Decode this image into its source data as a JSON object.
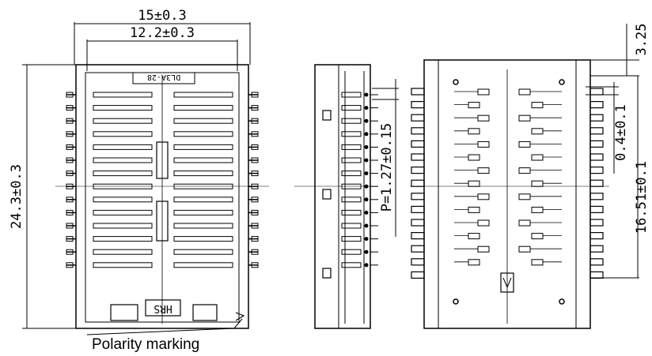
{
  "dimensions": {
    "overall_width": "15±0.3",
    "inner_width": "12.2±0.3",
    "overall_height": "24.3±0.3",
    "pitch": "P=1.27±0.15",
    "top_offset": "3.25",
    "pin_width": "0.4±0.1",
    "pin_span": "16.51±0.1"
  },
  "labels": {
    "part_marking": "DL3A-28",
    "maker_mark": "HRS",
    "polarity": "Polarity marking"
  }
}
